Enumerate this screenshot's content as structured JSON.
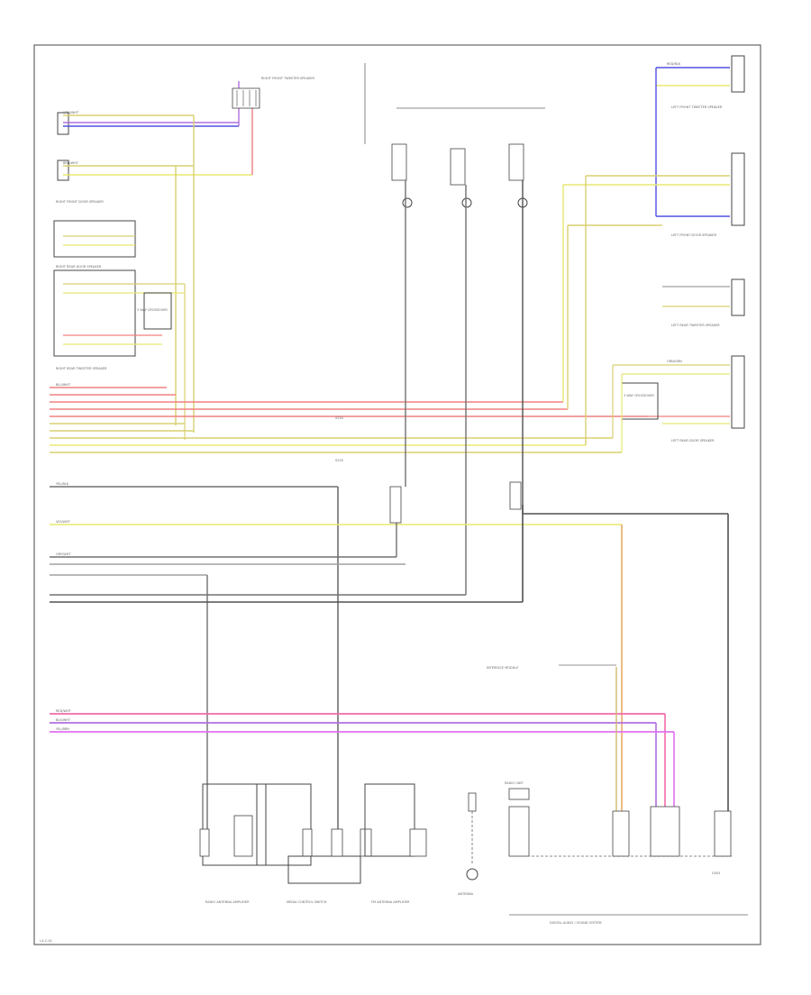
{
  "diagram": {
    "tag": "I-4-C-01",
    "frame_caption_main": "DIGITAL AUDIO / SOUND SYSTEM",
    "frame_caption_sub": "",
    "left_speaker_labels": [
      "RIGHT FRONT DOOR SPEAKER",
      "RIGHT REAR DOOR SPEAKER",
      "RIGHT FRONT TWEETER SPEAKER",
      "RIGHT REAR TWEETER SPEAKER",
      "3 WAY CROSSOVER"
    ],
    "right_speaker_labels": [
      "LEFT FRONT TWEETER SPEAKER",
      "LEFT FRONT DOOR SPEAKER",
      "LEFT REAR TWEETER SPEAKER",
      "LEFT REAR DOOR SPEAKER",
      "3 WAY CROSSOVER"
    ],
    "bottom_labels": [
      "RADIO ANTENNA AMPLIFIER",
      "MEDIA CONTROL SWITCH",
      "FM ANTENNA AMPLIFIER",
      "ANTENNA",
      "INTERFACE MODULE",
      "RADIO UNIT"
    ],
    "wire_codes": [
      "GRN/WHT",
      "BRN/WHT",
      "BLU/WHT",
      "YEL/BLK",
      "VIO/WHT",
      "GRY/WHT",
      "RED/WHT",
      "BLK/WHT",
      "YEL/BRN",
      "RED/BLK",
      "ORN/GRN"
    ],
    "misc_labels": [
      "G503",
      "S254",
      "S255"
    ],
    "colors": {
      "red": "#f08080",
      "pink": "#f06aa8",
      "blue": "#5050e0",
      "violet": "#b070e0",
      "magenta": "#e070f0",
      "yellow": "#d8d070",
      "lightyellow": "#e8e870",
      "tan": "#d0b870",
      "orange": "#e8a050",
      "gray": "#707070",
      "darkgray": "#505050",
      "lightgray": "#a0a0a0",
      "black": "#333333"
    }
  }
}
